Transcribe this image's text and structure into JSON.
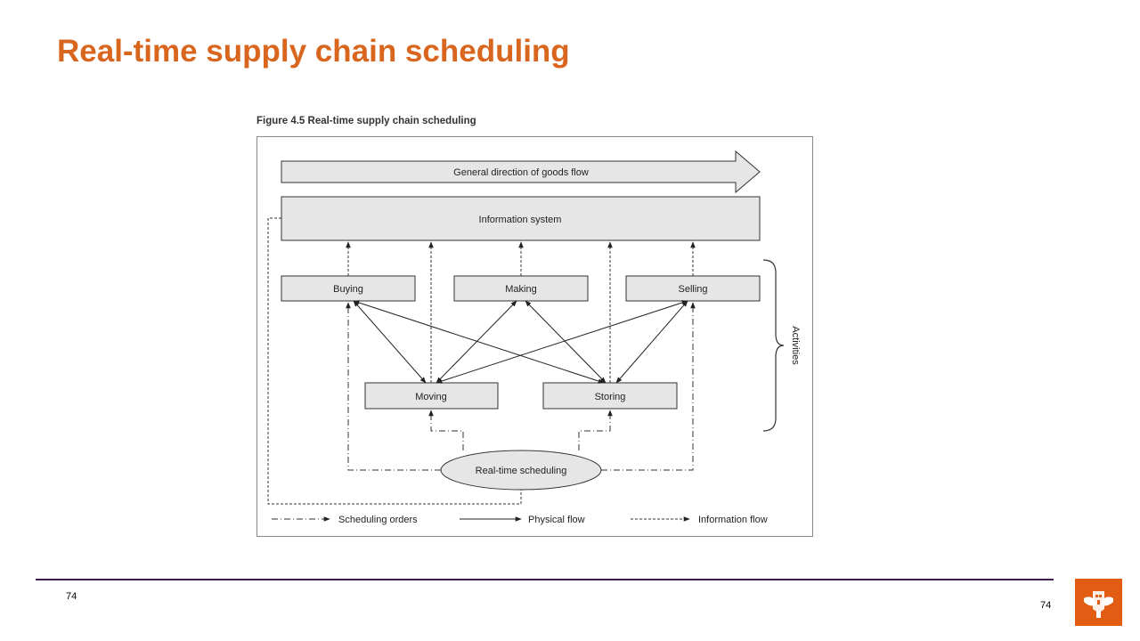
{
  "slide": {
    "title": "Real-time supply chain scheduling",
    "page_number_left": "74",
    "page_number_right": "74"
  },
  "figure": {
    "caption": "Figure 4.5 Real-time supply chain scheduling",
    "goods_flow_label": "General direction of goods flow",
    "information_system_label": "Information system",
    "activities_label": "Activities",
    "boxes": {
      "buying": "Buying",
      "making": "Making",
      "selling": "Selling",
      "moving": "Moving",
      "storing": "Storing"
    },
    "scheduler_label": "Real-time scheduling",
    "legend": {
      "scheduling_orders": "Scheduling orders",
      "physical_flow": "Physical flow",
      "information_flow": "Information flow"
    }
  },
  "colors": {
    "title": "#d9661f",
    "footer_line": "#3b1d4f",
    "logo_bg": "#e35c13",
    "box_fill": "#e6e6e6",
    "stroke": "#333333"
  },
  "logo": {
    "icon": "university-emblem-icon"
  }
}
